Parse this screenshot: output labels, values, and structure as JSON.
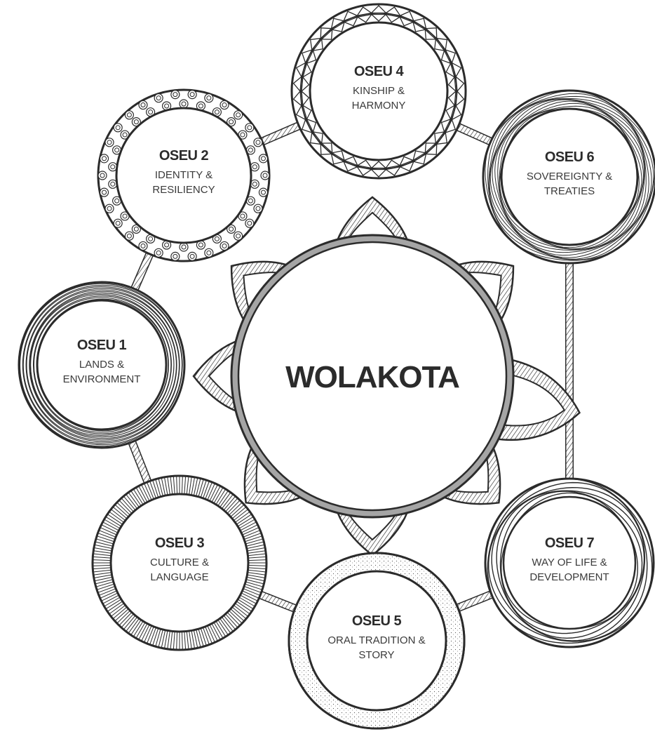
{
  "center": {
    "title": "WOLAKOTA"
  },
  "nodes": [
    {
      "id": "oseu-1",
      "title": "OSEU 1",
      "lines": [
        "LANDS &",
        "ENVIRONMENT"
      ],
      "pattern": "concentric-lines"
    },
    {
      "id": "oseu-2",
      "title": "OSEU 2",
      "lines": [
        "IDENTITY &",
        "RESILIENCY"
      ],
      "pattern": "rosettes"
    },
    {
      "id": "oseu-3",
      "title": "OSEU 3",
      "lines": [
        "CULTURE &",
        "LANGUAGE"
      ],
      "pattern": "radial-hatch"
    },
    {
      "id": "oseu-4",
      "title": "OSEU 4",
      "lines": [
        "KINSHIP &",
        "HARMONY"
      ],
      "pattern": "triangles"
    },
    {
      "id": "oseu-5",
      "title": "OSEU 5",
      "lines": [
        "ORAL TRADITION &",
        "STORY"
      ],
      "pattern": "stipple"
    },
    {
      "id": "oseu-6",
      "title": "OSEU 6",
      "lines": [
        "SOVEREIGNTY &",
        "TREATIES"
      ],
      "pattern": "woodgrain"
    },
    {
      "id": "oseu-7",
      "title": "OSEU 7",
      "lines": [
        "WAY OF LIFE &",
        "DEVELOPMENT"
      ],
      "pattern": "wavy-rings"
    }
  ],
  "colors": {
    "ink": "#2b2b2b",
    "ring_fill": "#a0a0a0",
    "background": "#ffffff"
  }
}
